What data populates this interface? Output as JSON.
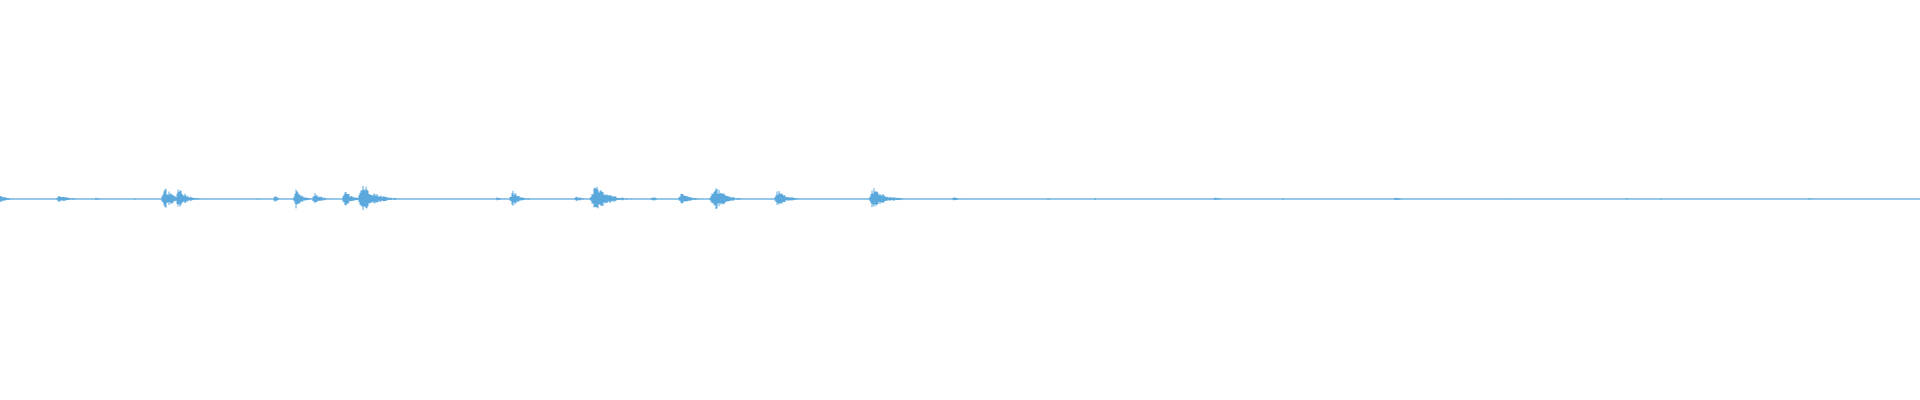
{
  "waveform": {
    "color": "#5aa8dc",
    "background": "#ffffff",
    "baseline_level": 0.0,
    "bursts": [
      {
        "t": 0.0,
        "amp": 0.02,
        "dur": 0.012
      },
      {
        "t": 0.031,
        "amp": 0.018,
        "dur": 0.018
      },
      {
        "t": 0.05,
        "amp": 0.008,
        "dur": 0.01
      },
      {
        "t": 0.07,
        "amp": 0.006,
        "dur": 0.012
      },
      {
        "t": 0.086,
        "amp": 0.06,
        "dur": 0.014
      },
      {
        "t": 0.093,
        "amp": 0.07,
        "dur": 0.012
      },
      {
        "t": 0.1,
        "amp": 0.012,
        "dur": 0.012
      },
      {
        "t": 0.134,
        "amp": 0.006,
        "dur": 0.006
      },
      {
        "t": 0.143,
        "amp": 0.02,
        "dur": 0.006
      },
      {
        "t": 0.154,
        "amp": 0.05,
        "dur": 0.01
      },
      {
        "t": 0.164,
        "amp": 0.035,
        "dur": 0.01
      },
      {
        "t": 0.18,
        "amp": 0.04,
        "dur": 0.014
      },
      {
        "t": 0.189,
        "amp": 0.085,
        "dur": 0.02
      },
      {
        "t": 0.259,
        "amp": 0.01,
        "dur": 0.008
      },
      {
        "t": 0.267,
        "amp": 0.045,
        "dur": 0.012
      },
      {
        "t": 0.3,
        "amp": 0.02,
        "dur": 0.008
      },
      {
        "t": 0.31,
        "amp": 0.075,
        "dur": 0.02
      },
      {
        "t": 0.34,
        "amp": 0.01,
        "dur": 0.01
      },
      {
        "t": 0.355,
        "amp": 0.03,
        "dur": 0.014
      },
      {
        "t": 0.372,
        "amp": 0.075,
        "dur": 0.016
      },
      {
        "t": 0.405,
        "amp": 0.05,
        "dur": 0.014
      },
      {
        "t": 0.455,
        "amp": 0.065,
        "dur": 0.018
      },
      {
        "t": 0.497,
        "amp": 0.01,
        "dur": 0.01
      },
      {
        "t": 0.546,
        "amp": 0.008,
        "dur": 0.006
      },
      {
        "t": 0.57,
        "amp": 0.006,
        "dur": 0.006
      },
      {
        "t": 0.633,
        "amp": 0.008,
        "dur": 0.01
      },
      {
        "t": 0.668,
        "amp": 0.006,
        "dur": 0.008
      },
      {
        "t": 0.727,
        "amp": 0.008,
        "dur": 0.014
      },
      {
        "t": 0.785,
        "amp": 0.005,
        "dur": 0.006
      },
      {
        "t": 0.847,
        "amp": 0.007,
        "dur": 0.008
      },
      {
        "t": 0.865,
        "amp": 0.006,
        "dur": 0.006
      },
      {
        "t": 0.942,
        "amp": 0.006,
        "dur": 0.01
      }
    ]
  }
}
